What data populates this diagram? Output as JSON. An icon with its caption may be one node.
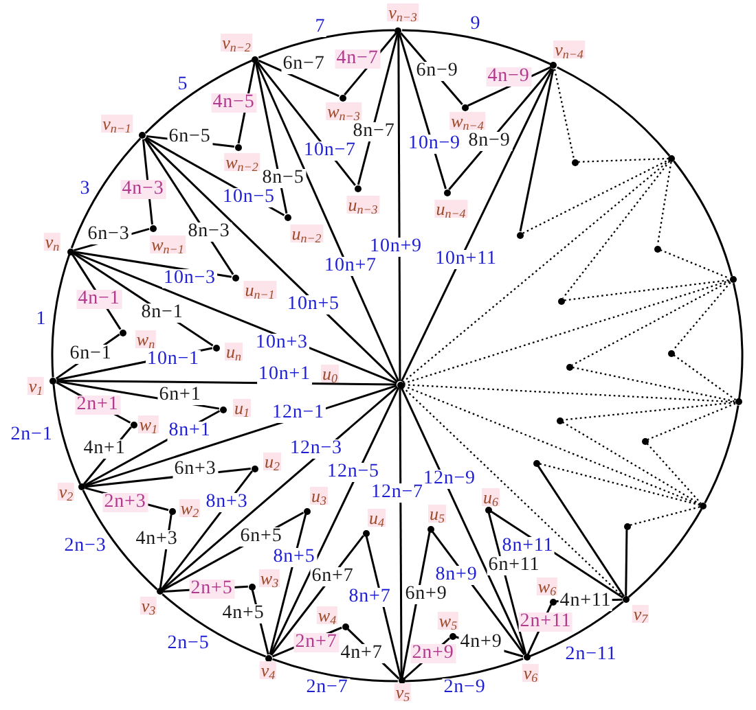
{
  "diagram": {
    "nodes": [
      {
        "text": [],
        "shape": "circle",
        "beside": [
          "v$_{n−3}$"
        ]
      },
      {
        "text": [],
        "shape": "circle",
        "beside": [
          "v$_{n−2}$"
        ]
      },
      {
        "text": [],
        "shape": "circle",
        "beside": [
          "v$_{n−4}$"
        ]
      },
      {
        "text": [],
        "shape": "circle",
        "beside": [
          "w$_{n−3}$"
        ]
      },
      {
        "text": [],
        "shape": "circle",
        "beside": [
          "w$_{n−4}$"
        ]
      },
      {
        "text": [],
        "shape": "circle",
        "beside": [
          "v$_{n−1}$"
        ]
      },
      {
        "text": [],
        "shape": "circle",
        "beside": [
          "w$_{n−2}$"
        ]
      },
      {
        "text": [],
        "shape": "circle",
        "beside": [
          "u$_{n−3}$"
        ]
      },
      {
        "text": [],
        "shape": "circle",
        "beside": [
          "u$_{n−4}$"
        ]
      },
      {
        "text": [],
        "shape": "circle",
        "beside": [
          "u$_{n−2}$"
        ]
      },
      {
        "text": [],
        "shape": "circle",
        "beside": [
          "w$_{n−1}$"
        ]
      },
      {
        "text": [],
        "shape": "circle",
        "beside": [
          "v$_{n}$"
        ]
      },
      {
        "text": [],
        "shape": "circle",
        "beside": [
          "u$_{n−1}$"
        ]
      },
      {
        "text": [],
        "shape": "circle",
        "beside": [
          "w$_{n}$"
        ]
      },
      {
        "text": [],
        "shape": "circle",
        "beside": [
          "u$_{n}$"
        ]
      },
      {
        "text": [],
        "shape": "circle",
        "beside": [
          "v$_{1}$"
        ]
      },
      {
        "text": [],
        "shape": "circle",
        "beside": [
          "u$_{0}$"
        ]
      },
      {
        "text": [],
        "shape": "circle",
        "beside": [
          "u$_{1}$"
        ]
      },
      {
        "text": [],
        "shape": "circle",
        "beside": [
          "w$_{1}$"
        ]
      },
      {
        "text": [],
        "shape": "circle",
        "beside": [
          "u$_{2}$"
        ]
      },
      {
        "text": [],
        "shape": "circle",
        "beside": [
          "v$_{2}$"
        ]
      },
      {
        "text": [],
        "shape": "circle",
        "beside": [
          "w$_{2}$"
        ]
      },
      {
        "text": [],
        "shape": "circle",
        "beside": [
          "u$_{3}$"
        ]
      },
      {
        "text": [],
        "shape": "circle",
        "beside": [
          "u$_{4}$"
        ]
      },
      {
        "text": [],
        "shape": "circle",
        "beside": [
          "u$_{5}$"
        ]
      },
      {
        "text": [],
        "shape": "circle",
        "beside": [
          "u$_{6}$"
        ]
      },
      {
        "text": [],
        "shape": "circle",
        "beside": [
          "v$_{3}$"
        ]
      },
      {
        "text": [],
        "shape": "circle",
        "beside": [
          "w$_{3}$"
        ]
      },
      {
        "text": [],
        "shape": "circle",
        "beside": [
          "w$_{4}$"
        ]
      },
      {
        "text": [],
        "shape": "circle",
        "beside": [
          "w$_{5}$"
        ]
      },
      {
        "text": [],
        "shape": "circle",
        "beside": [
          "v$_{4}$"
        ]
      },
      {
        "text": [],
        "shape": "circle",
        "beside": [
          "v$_{5}$"
        ]
      },
      {
        "text": [],
        "shape": "circle",
        "beside": [
          "v$_{6}$"
        ]
      },
      {
        "text": [],
        "shape": "circle",
        "beside": [
          "w$_{6}$"
        ]
      },
      {
        "text": [],
        "shape": "circle",
        "beside": [
          "v$_{7}$"
        ]
      },
      {
        "text": [],
        "shape": "circle"
      },
      {
        "text": [],
        "shape": "circle"
      },
      {
        "text": [],
        "shape": "circle"
      },
      {
        "text": [],
        "shape": "circle"
      },
      {
        "text": [],
        "shape": "circle"
      },
      {
        "text": [],
        "shape": "circle"
      },
      {
        "text": [],
        "shape": "circle"
      },
      {
        "text": [],
        "shape": "circle"
      },
      {
        "text": [],
        "shape": "circle"
      },
      {
        "text": [],
        "shape": "circle"
      },
      {
        "text": [],
        "shape": "circle"
      },
      {
        "text": [],
        "shape": "circle"
      },
      {
        "text": [],
        "shape": "circle"
      },
      {
        "text": [],
        "shape": "circle"
      }
    ],
    "edges": [
      {
        "from": 11,
        "to": 15,
        "arrow": "none",
        "label": "1"
      },
      {
        "from": 5,
        "to": 11,
        "arrow": "none",
        "label": "3"
      },
      {
        "from": 1,
        "to": 5,
        "arrow": "none",
        "label": "5"
      },
      {
        "from": 0,
        "to": 1,
        "arrow": "none",
        "label": "7"
      },
      {
        "from": 2,
        "to": 0,
        "arrow": "none",
        "label": "9"
      },
      {
        "from": 2,
        "to": 35,
        "arrow": "none"
      },
      {
        "from": 35,
        "to": 39,
        "arrow": "none"
      },
      {
        "from": 39,
        "to": 43,
        "arrow": "none"
      },
      {
        "from": 43,
        "to": 47,
        "arrow": "none"
      },
      {
        "from": 47,
        "to": 34,
        "arrow": "none"
      },
      {
        "from": 34,
        "to": 32,
        "arrow": "none",
        "label": "2n−11"
      },
      {
        "from": 32,
        "to": 31,
        "arrow": "none",
        "label": "2n−9"
      },
      {
        "from": 31,
        "to": 30,
        "arrow": "none",
        "label": "2n−7"
      },
      {
        "from": 30,
        "to": 26,
        "arrow": "none",
        "label": "2n−5"
      },
      {
        "from": 26,
        "to": 20,
        "arrow": "none",
        "label": "2n−3"
      },
      {
        "from": 20,
        "to": 15,
        "arrow": "none",
        "label": "2n−1"
      },
      {
        "from": 1,
        "to": 3,
        "arrow": "none",
        "label": "6n−7"
      },
      {
        "from": 0,
        "to": 3,
        "arrow": "none",
        "label": "4n−7"
      },
      {
        "from": 0,
        "to": 7,
        "arrow": "none",
        "label": "8n−7"
      },
      {
        "from": 1,
        "to": 7,
        "arrow": "none",
        "label": "10n−7"
      },
      {
        "from": 0,
        "to": 16,
        "arrow": "none",
        "label": "10n+9"
      },
      {
        "from": 0,
        "to": 4,
        "arrow": "none",
        "label": "6n−9"
      },
      {
        "from": 0,
        "to": 8,
        "arrow": "none",
        "label": "10n−9"
      },
      {
        "from": 2,
        "to": 4,
        "arrow": "none",
        "label": "4n−9"
      },
      {
        "from": 2,
        "to": 8,
        "arrow": "none",
        "label": "8n−9"
      },
      {
        "from": 2,
        "to": 16,
        "arrow": "none",
        "label": "10n+11"
      },
      {
        "from": 1,
        "to": 6,
        "arrow": "none",
        "label": "4n−5"
      },
      {
        "from": 1,
        "to": 9,
        "arrow": "none",
        "label": "8n−5"
      },
      {
        "from": 1,
        "to": 16,
        "arrow": "none",
        "label": "10n+7"
      },
      {
        "from": 5,
        "to": 6,
        "arrow": "none",
        "label": "6n−5"
      },
      {
        "from": 5,
        "to": 9,
        "arrow": "none",
        "label": "10n−5"
      },
      {
        "from": 5,
        "to": 16,
        "arrow": "none",
        "label": "10n+5"
      },
      {
        "from": 5,
        "to": 12,
        "arrow": "none",
        "label": "8n−3"
      },
      {
        "from": 5,
        "to": 10,
        "arrow": "none",
        "label": "4n−3"
      },
      {
        "from": 11,
        "to": 10,
        "arrow": "none",
        "label": "6n−3"
      },
      {
        "from": 11,
        "to": 12,
        "arrow": "none",
        "label": "10n−3"
      },
      {
        "from": 11,
        "to": 16,
        "arrow": "none",
        "label": "10n+3"
      },
      {
        "from": 11,
        "to": 14,
        "arrow": "none",
        "label": "8n−1"
      },
      {
        "from": 11,
        "to": 13,
        "arrow": "none",
        "label": "4n−1"
      },
      {
        "from": 15,
        "to": 13,
        "arrow": "none",
        "label": "6n−1"
      },
      {
        "from": 15,
        "to": 14,
        "arrow": "none",
        "label": "10n−1"
      },
      {
        "from": 15,
        "to": 16,
        "arrow": "none",
        "label": "10n+1"
      },
      {
        "from": 15,
        "to": 17,
        "arrow": "none",
        "label": "6n+1"
      },
      {
        "from": 15,
        "to": 18,
        "arrow": "none",
        "label": "2n+1"
      },
      {
        "from": 20,
        "to": 18,
        "arrow": "none",
        "label": "4n+1"
      },
      {
        "from": 20,
        "to": 17,
        "arrow": "none",
        "label": "8n+1"
      },
      {
        "from": 20,
        "to": 16,
        "arrow": "none",
        "label": "12n−1"
      },
      {
        "from": 20,
        "to": 19,
        "arrow": "none",
        "label": "6n+3"
      },
      {
        "from": 20,
        "to": 21,
        "arrow": "none",
        "label": "2n+3"
      },
      {
        "from": 26,
        "to": 21,
        "arrow": "none",
        "label": "4n+3"
      },
      {
        "from": 26,
        "to": 19,
        "arrow": "none",
        "label": "8n+3"
      },
      {
        "from": 26,
        "to": 16,
        "arrow": "none",
        "label": "12n−3"
      },
      {
        "from": 26,
        "to": 22,
        "arrow": "none",
        "label": "6n+5"
      },
      {
        "from": 26,
        "to": 27,
        "arrow": "none",
        "label": "2n+5"
      },
      {
        "from": 30,
        "to": 27,
        "arrow": "none",
        "label": "4n+5"
      },
      {
        "from": 30,
        "to": 22,
        "arrow": "none",
        "label": "8n+5"
      },
      {
        "from": 30,
        "to": 16,
        "arrow": "none",
        "label": "12n−5"
      },
      {
        "from": 30,
        "to": 23,
        "arrow": "none",
        "label": "6n+7"
      },
      {
        "from": 30,
        "to": 28,
        "arrow": "none",
        "label": "2n+7"
      },
      {
        "from": 31,
        "to": 28,
        "arrow": "none",
        "label": "4n+7"
      },
      {
        "from": 31,
        "to": 23,
        "arrow": "none",
        "label": "8n+7"
      },
      {
        "from": 31,
        "to": 16,
        "arrow": "none",
        "label": "12n−7"
      },
      {
        "from": 31,
        "to": 24,
        "arrow": "none",
        "label": "6n+9"
      },
      {
        "from": 31,
        "to": 29,
        "arrow": "none",
        "label": "2n+9"
      },
      {
        "from": 32,
        "to": 29,
        "arrow": "none",
        "label": "4n+9"
      },
      {
        "from": 32,
        "to": 24,
        "arrow": "none",
        "label": "8n+9"
      },
      {
        "from": 32,
        "to": 16,
        "arrow": "none",
        "label": "12n−9"
      },
      {
        "from": 32,
        "to": 25,
        "arrow": "none",
        "label": "6n+11"
      },
      {
        "from": 32,
        "to": 33,
        "arrow": "none",
        "label": "2n+11"
      },
      {
        "from": 34,
        "to": 33,
        "arrow": "none",
        "label": "4n+11"
      },
      {
        "from": 34,
        "to": 25,
        "arrow": "none",
        "label": "8n+11"
      },
      {
        "from": 2,
        "to": 37,
        "arrow": "none"
      },
      {
        "from": 34,
        "to": 46,
        "arrow": "none"
      },
      {
        "from": 34,
        "to": 48,
        "arrow": "none"
      },
      {
        "from": 2,
        "to": 36,
        "arrow": "none",
        "style": "dashed"
      },
      {
        "from": 36,
        "to": 35,
        "arrow": "none",
        "style": "dashed"
      },
      {
        "from": 37,
        "to": 35,
        "arrow": "none",
        "style": "dashed"
      },
      {
        "from": 16,
        "to": 35,
        "arrow": "none",
        "style": "dashed"
      },
      {
        "from": 35,
        "to": 38,
        "arrow": "none",
        "style": "dashed"
      },
      {
        "from": 35,
        "to": 40,
        "arrow": "none",
        "style": "dashed"
      },
      {
        "from": 38,
        "to": 39,
        "arrow": "none",
        "style": "dashed"
      },
      {
        "from": 40,
        "to": 39,
        "arrow": "none",
        "style": "dashed"
      },
      {
        "from": 16,
        "to": 39,
        "arrow": "none",
        "style": "dashed"
      },
      {
        "from": 39,
        "to": 41,
        "arrow": "none",
        "style": "dashed"
      },
      {
        "from": 39,
        "to": 42,
        "arrow": "none",
        "style": "dashed"
      },
      {
        "from": 41,
        "to": 43,
        "arrow": "none",
        "style": "dashed"
      },
      {
        "from": 42,
        "to": 43,
        "arrow": "none",
        "style": "dashed"
      },
      {
        "from": 16,
        "to": 43,
        "arrow": "none",
        "style": "dashed"
      },
      {
        "from": 43,
        "to": 44,
        "arrow": "none",
        "style": "dashed"
      },
      {
        "from": 43,
        "to": 45,
        "arrow": "none",
        "style": "dashed"
      },
      {
        "from": 44,
        "to": 47,
        "arrow": "none",
        "style": "dashed"
      },
      {
        "from": 45,
        "to": 47,
        "arrow": "none",
        "style": "dashed"
      },
      {
        "from": 16,
        "to": 47,
        "arrow": "none",
        "style": "dashed"
      },
      {
        "from": 47,
        "to": 46,
        "arrow": "none",
        "style": "dashed"
      },
      {
        "from": 47,
        "to": 48,
        "arrow": "none",
        "style": "dashed"
      },
      {
        "from": 16,
        "to": 34,
        "arrow": "none",
        "style": "dashed"
      }
    ]
  }
}
